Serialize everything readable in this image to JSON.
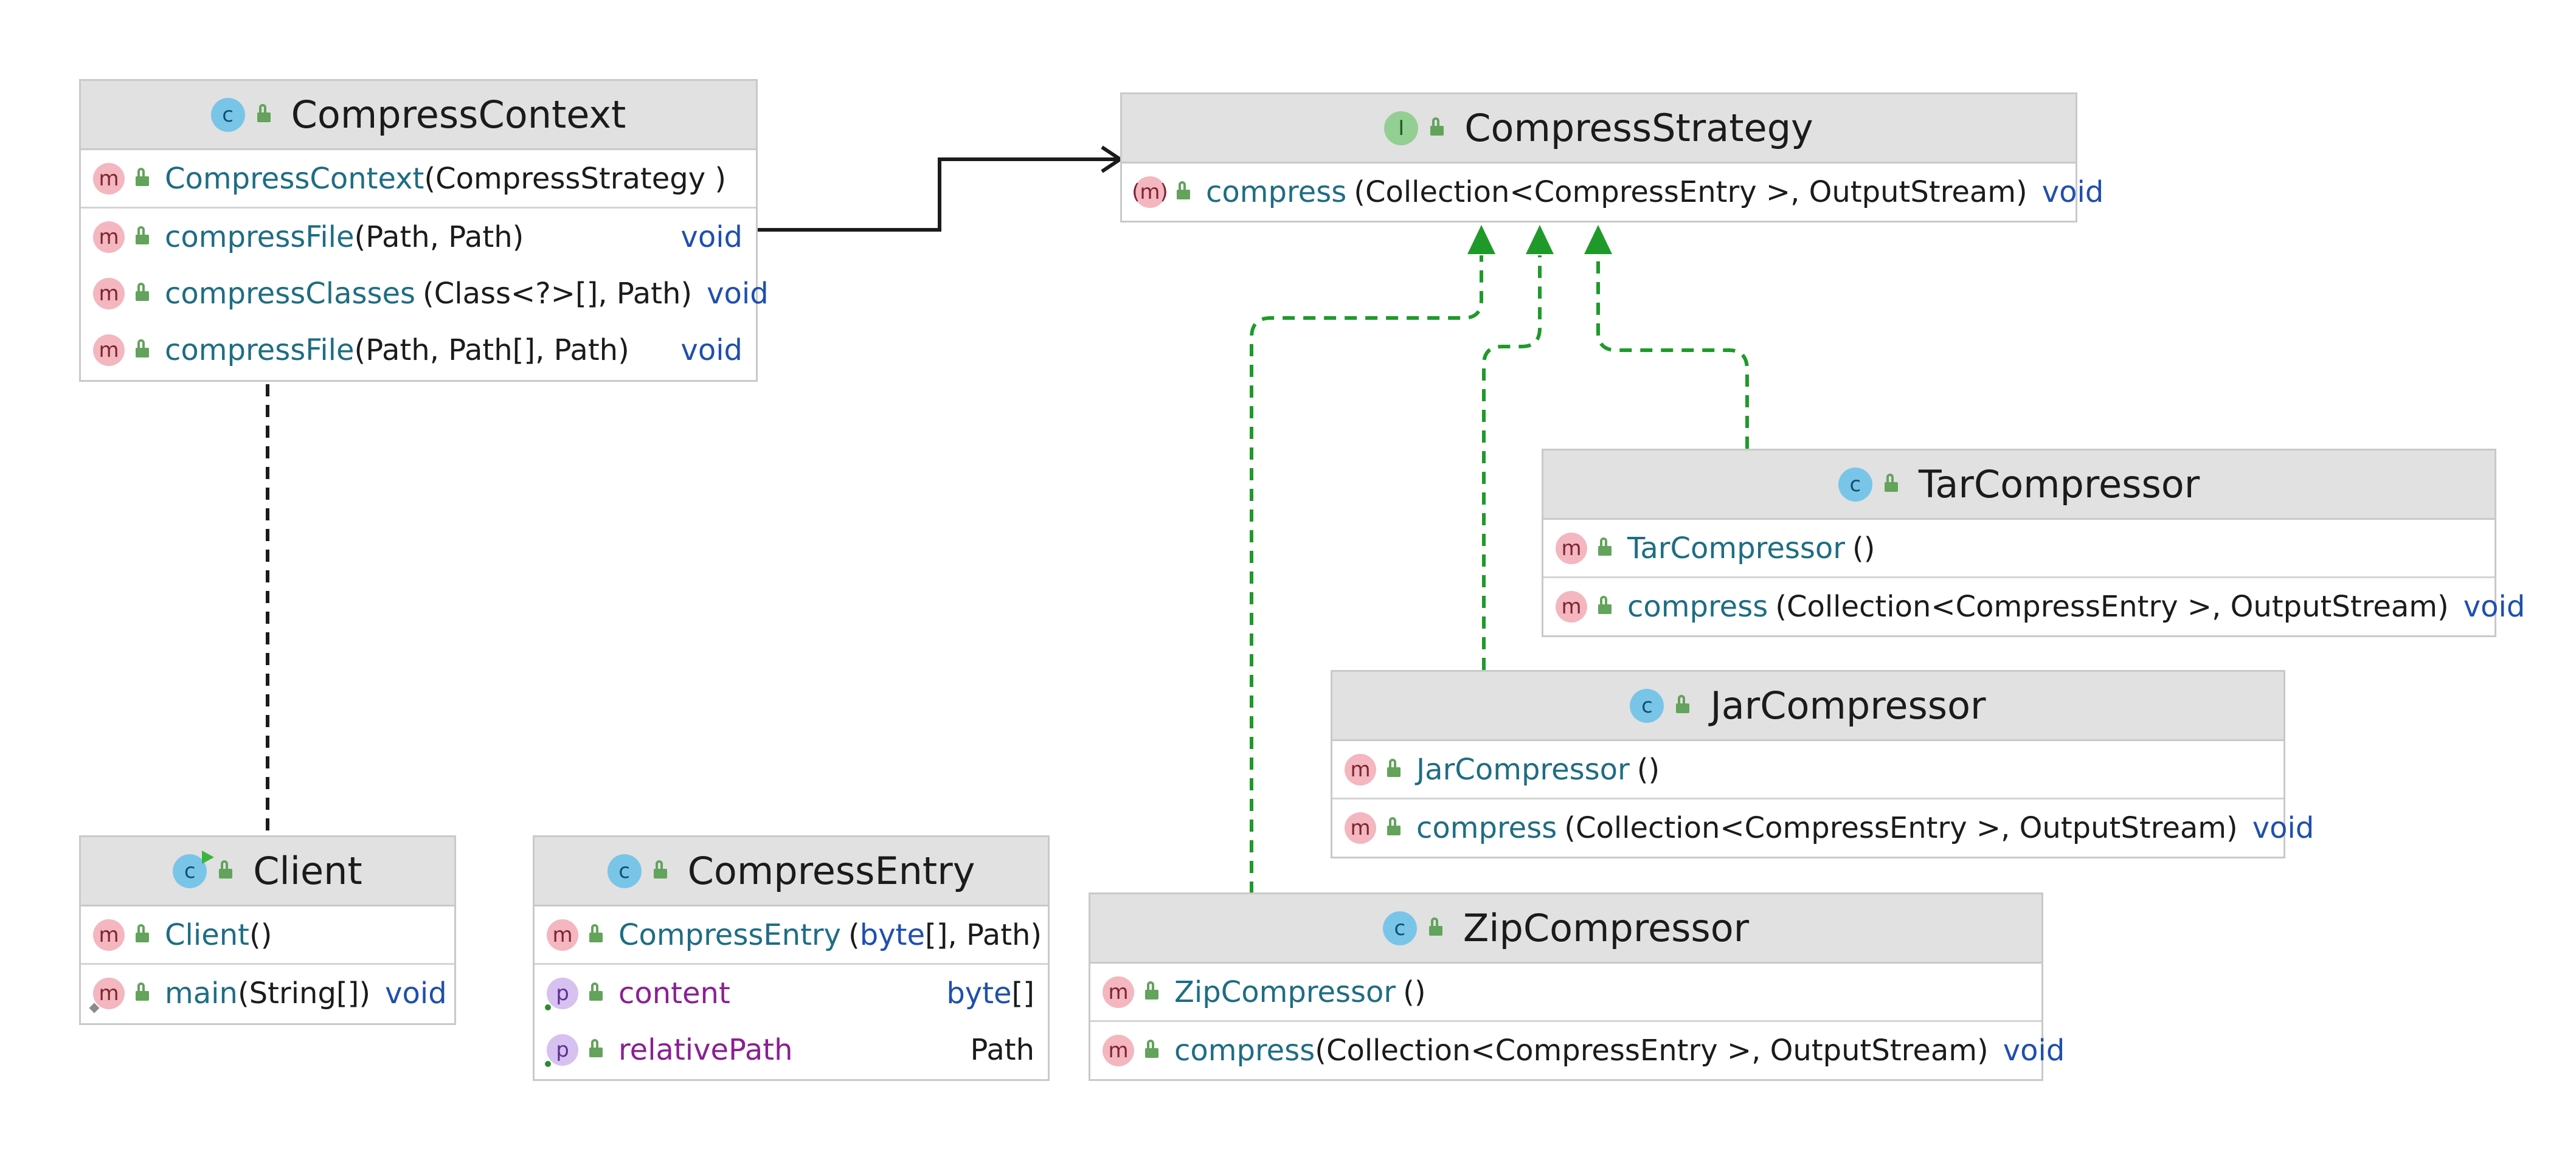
{
  "classes": {
    "compress_context": {
      "name": "CompressContext",
      "kind": "c",
      "constructor": {
        "name": "CompressContext",
        "params": "(CompressStrategy )"
      },
      "methods": [
        {
          "name": "compressFile",
          "params": "(Path, Path)",
          "return": "void"
        },
        {
          "name": "compressClasses",
          "params": "(Class<?>[], Path)",
          "return": "void"
        },
        {
          "name": "compressFile",
          "params": "(Path, Path[], Path)",
          "return": "void"
        }
      ]
    },
    "compress_strategy": {
      "name": "CompressStrategy",
      "kind": "I",
      "methods": [
        {
          "name": "compress",
          "params": "(Collection<CompressEntry >, OutputStream)",
          "return": "void"
        }
      ]
    },
    "tar_compressor": {
      "name": "TarCompressor",
      "kind": "c",
      "constructor": {
        "name": "TarCompressor",
        "params": "()"
      },
      "methods": [
        {
          "name": "compress",
          "params": "(Collection<CompressEntry >, OutputStream)",
          "return": "void"
        }
      ]
    },
    "jar_compressor": {
      "name": "JarCompressor",
      "kind": "c",
      "constructor": {
        "name": "JarCompressor",
        "params": "()"
      },
      "methods": [
        {
          "name": "compress",
          "params": "(Collection<CompressEntry >, OutputStream)",
          "return": "void"
        }
      ]
    },
    "zip_compressor": {
      "name": "ZipCompressor",
      "kind": "c",
      "constructor": {
        "name": "ZipCompressor",
        "params": "()"
      },
      "methods": [
        {
          "name": "compress",
          "params": "(Collection<CompressEntry >, OutputStream)",
          "return": "void"
        }
      ]
    },
    "client": {
      "name": "Client",
      "kind": "c",
      "constructor": {
        "name": "Client",
        "params": "()"
      },
      "methods": [
        {
          "name": "main",
          "params": "(String[])",
          "return": "void"
        }
      ]
    },
    "compress_entry": {
      "name": "CompressEntry",
      "kind": "c",
      "constructor": {
        "name": "CompressEntry",
        "params_open": "(",
        "params_keyword": "byte",
        "params_close": "[], Path)"
      },
      "fields": [
        {
          "name": "content",
          "type_keyword": "byte",
          "type_suffix": "[]"
        },
        {
          "name": "relativePath",
          "type": "Path"
        }
      ]
    }
  },
  "relations": [
    {
      "from": "CompressContext",
      "to": "CompressStrategy",
      "kind": "association"
    },
    {
      "from": "TarCompressor",
      "to": "CompressStrategy",
      "kind": "realization"
    },
    {
      "from": "JarCompressor",
      "to": "CompressStrategy",
      "kind": "realization"
    },
    {
      "from": "ZipCompressor",
      "to": "CompressStrategy",
      "kind": "realization"
    },
    {
      "from": "Client",
      "to": "CompressContext",
      "kind": "dependency"
    }
  ],
  "colors": {
    "method_name": "#1e6d84",
    "field_name": "#8b1f94",
    "keyword": "#1f4fae",
    "header_bg": "#e1e1e1",
    "realization_line": "#1f9a2a",
    "association_line": "#1b1b1b"
  },
  "icons": {
    "class": "class-icon",
    "interface": "interface-icon",
    "method": "method-icon",
    "field": "field-icon",
    "public": "public-lock-icon",
    "main_runnable": "run-triangle-icon"
  }
}
